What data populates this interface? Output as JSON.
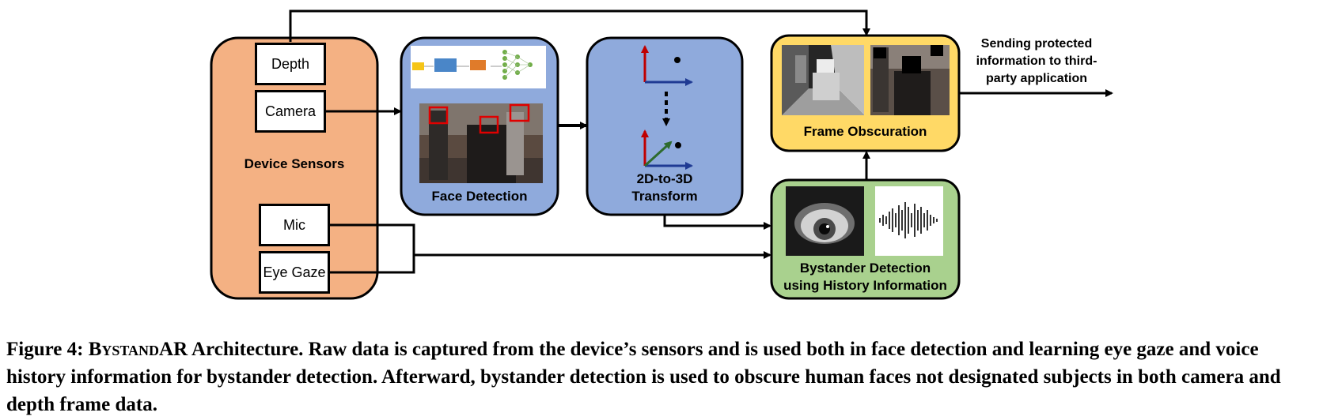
{
  "device_sensors": {
    "title": "Device Sensors",
    "sensors": [
      "Depth",
      "Camera",
      "Mic",
      "Eye Gaze"
    ]
  },
  "face_detection": {
    "title": "Face Detection"
  },
  "transform": {
    "title_line1": "2D-to-3D",
    "title_line2": "Transform"
  },
  "frame_obscuration": {
    "title": "Frame Obscuration"
  },
  "bystander": {
    "title_line1": "Bystander Detection",
    "title_line2": "using History Information"
  },
  "output_text": {
    "line1": "Sending protected",
    "line2": "information to third-",
    "line3": "party application"
  },
  "caption": {
    "prefix": "Figure 4: ",
    "name": "BystandAR",
    "text": " Architecture. Raw data is captured from the device’s sensors and is used both in face detection and learning eye gaze and voice history information for bystander detection. Afterward, bystander detection is used to obscure human faces not designated subjects in both camera and depth frame data."
  },
  "colors": {
    "sensors_fill": "#f4b183",
    "blue_fill": "#8faadc",
    "yellow_fill": "#ffd966",
    "green_fill": "#a9d18e"
  },
  "icons": [
    "neural-network-thumbnail",
    "face-detection-photo",
    "axes-icon",
    "depth-image",
    "rgb-image",
    "eye-image",
    "waveform-icon"
  ]
}
